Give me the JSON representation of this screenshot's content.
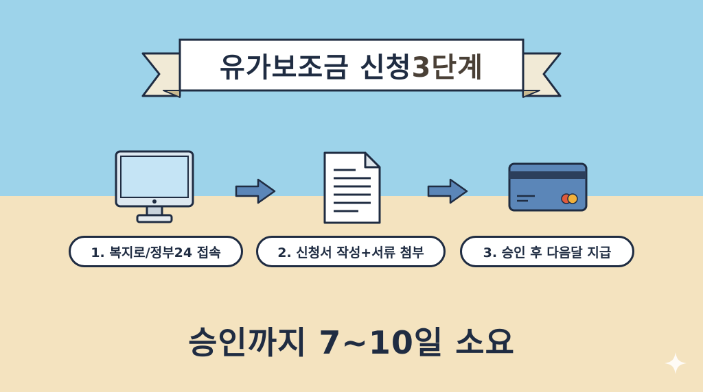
{
  "banner": {
    "title_main": "유가보조금 신청 ",
    "title_accent": "3단계"
  },
  "steps": [
    {
      "label": "1. 복지로/정부24 접속",
      "icon": "monitor-icon"
    },
    {
      "label": "2. 신청서 작성+서류 첨부",
      "icon": "document-icon"
    },
    {
      "label": "3. 승인 후 다음달 지급",
      "icon": "credit-card-icon"
    }
  ],
  "footer": {
    "text": "승인까지 7~10일 소요"
  },
  "colors": {
    "sky": "#9dd3ea",
    "sand": "#f4e3bf",
    "ink": "#1f2c42",
    "arrow": "#5b86b8",
    "card": "#5b86b8"
  }
}
